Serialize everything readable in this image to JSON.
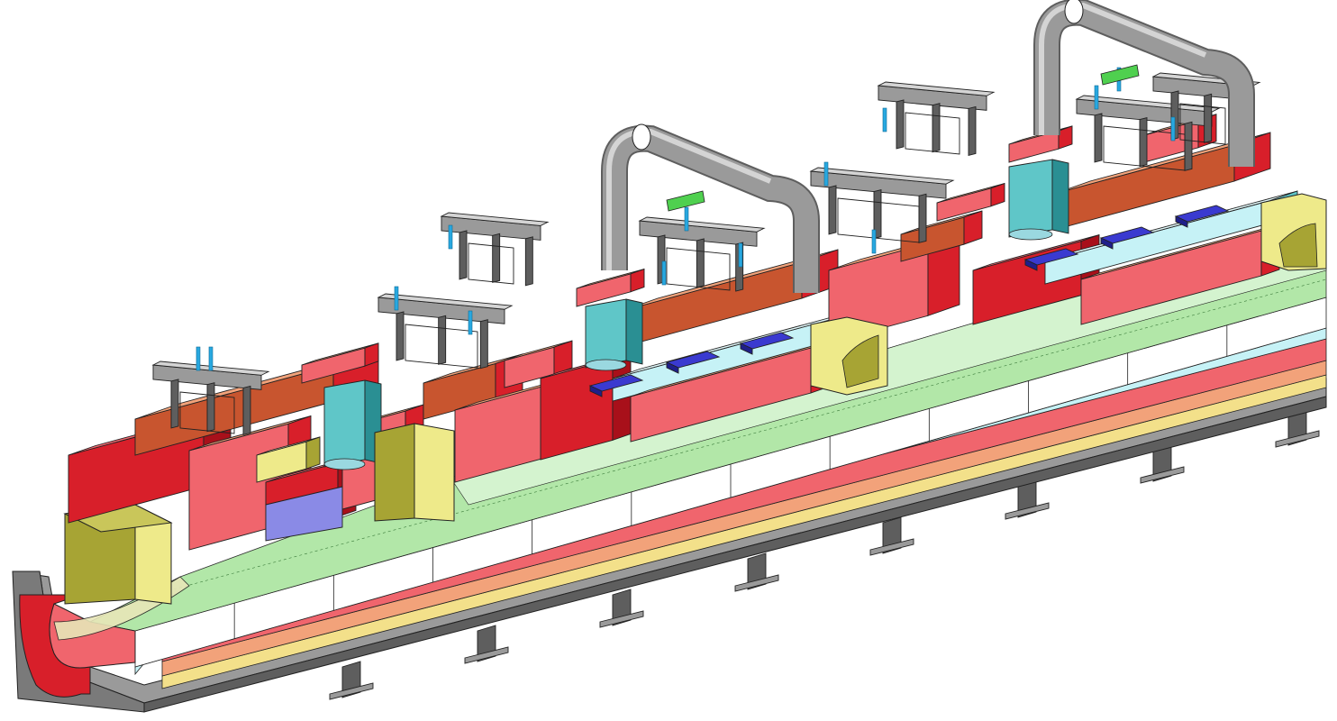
{
  "colors": {
    "background": "#ffffff",
    "refractory_red": "#f0656d",
    "refractory_red_dark": "#d81f2a",
    "refractory_red_shadow": "#a8101a",
    "brick_orange": "#c8552f",
    "brick_salmon": "#f2a27a",
    "light_cyan": "#c6f2f6",
    "teal": "#5fc6c8",
    "teal_dark": "#2a8f93",
    "blue_block": "#3a3ad0",
    "blue_block_dark": "#1f1f8a",
    "lavender": "#8a8ae6",
    "yellow": "#eeea8a",
    "olive": "#a7a434",
    "olive_dark": "#7a7820",
    "green_zone": "#aee6a4",
    "green_zone_light": "#d4f3cf",
    "gray_steel": "#9a9a9a",
    "gray_steel_dark": "#5e5e5e",
    "gray_steel_light": "#d4d4d4",
    "cyan_hook": "#28a8e0",
    "green_clamp": "#4fd04f",
    "outline": "#222222"
  },
  "parts": {
    "outer_shell": "grey-steel-shell",
    "support_legs": "grey-steel-legs",
    "lining_layers": [
      "red-lining",
      "salmon-lining",
      "yellow-lining",
      "cyan-lining"
    ],
    "bath_channel": "green-bath-zone",
    "top_refractory": "red-brick-superstructure",
    "crust_breakers": "blue-crust-breaker-blocks",
    "feeder_tubes": "teal-feeder-tubes",
    "end_caps": "yellow-olive-end-caps",
    "anode_hangers": "grey-anode-hanger-frames",
    "exhaust_ducts": "grey-exhaust-duct-pipes",
    "lifting_hooks": "cyan-lifting-hooks",
    "clamps": "green-clamps"
  }
}
